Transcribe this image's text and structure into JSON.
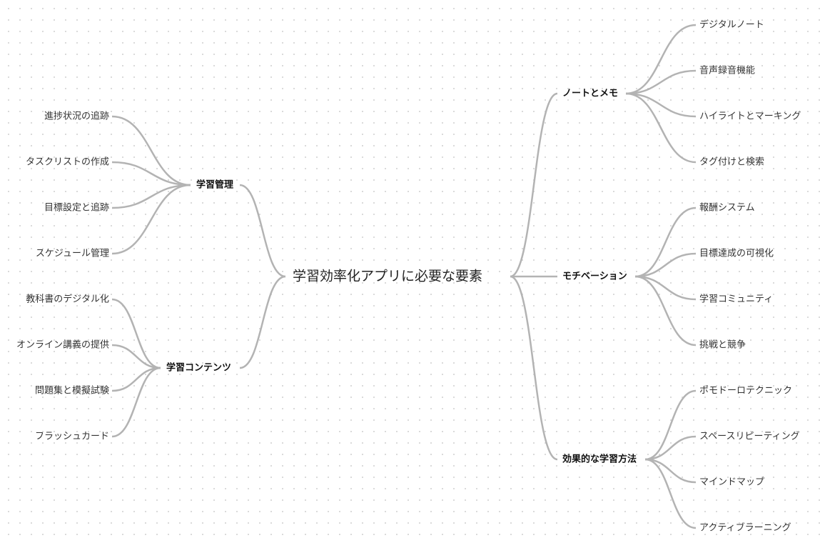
{
  "root": "学習効率化アプリに必要な要素",
  "branches": [
    {
      "label": "学習管理",
      "side": "left",
      "children": [
        "進捗状況の追跡",
        "タスクリストの作成",
        "目標設定と追跡",
        "スケジュール管理"
      ]
    },
    {
      "label": "学習コンテンツ",
      "side": "left",
      "children": [
        "教科書のデジタル化",
        "オンライン講義の提供",
        "問題集と模擬試験",
        "フラッシュカード"
      ]
    },
    {
      "label": "ノートとメモ",
      "side": "right",
      "children": [
        "デジタルノート",
        "音声録音機能",
        "ハイライトとマーキング",
        "タグ付けと検索"
      ]
    },
    {
      "label": "モチベーション",
      "side": "right",
      "children": [
        "報酬システム",
        "目標達成の可視化",
        "学習コミュニティ",
        "挑戦と競争"
      ]
    },
    {
      "label": "効果的な学習方法",
      "side": "right",
      "children": [
        "ポモドーロテクニック",
        "スペースリピーティング",
        "マインドマップ",
        "アクティブラーニング"
      ]
    }
  ],
  "colors": {
    "edge": "#b3b3b3",
    "text": "#222222"
  }
}
